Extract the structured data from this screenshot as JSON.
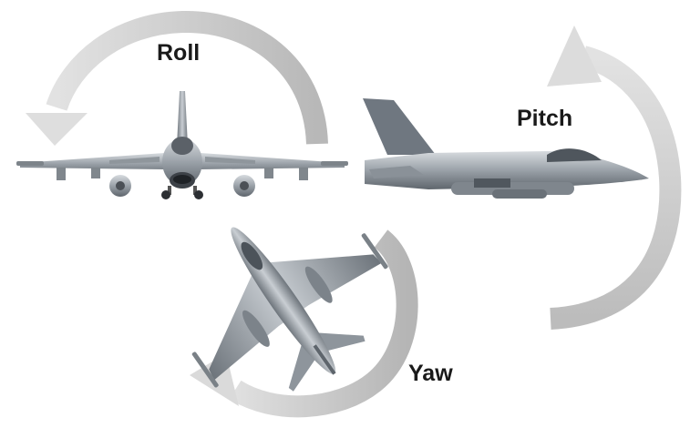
{
  "labels": {
    "roll": "Roll",
    "pitch": "Pitch",
    "yaw": "Yaw"
  },
  "icons": {
    "roll_aircraft": "jet-front-view-icon",
    "pitch_aircraft": "jet-side-view-icon",
    "yaw_aircraft": "jet-top-view-icon",
    "roll_arrow": "curved-arrow-roll-icon",
    "pitch_arrow": "curved-arrow-pitch-icon",
    "yaw_arrow": "curved-arrow-yaw-icon"
  },
  "colors": {
    "arrow_light": "#dcdcdc",
    "arrow_dark": "#bdbdbd",
    "aircraft_metal": "#9aa1a8",
    "label_text": "#1a1a1a"
  }
}
